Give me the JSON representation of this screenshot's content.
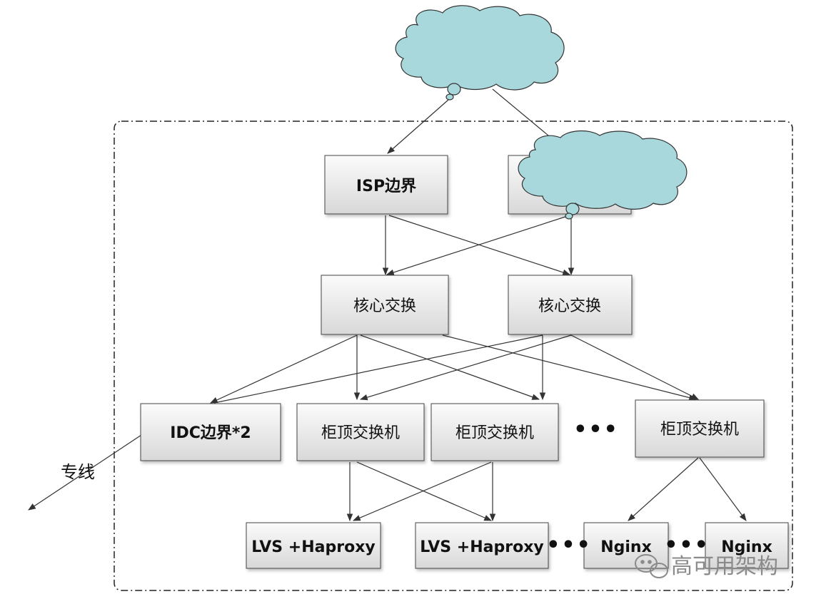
{
  "nodes": {
    "isp_border": "ISP边界",
    "isp_border_2": "",
    "core_switch_1": "核心交换",
    "core_switch_2": "核心交换",
    "idc_border": "IDC边界*2",
    "tor_switch_1": "柜顶交换机",
    "tor_switch_2": "柜顶交换机",
    "tor_switch_3": "柜顶交换机",
    "lvs_haproxy_1": "LVS +Haproxy",
    "lvs_haproxy_2": "LVS +Haproxy",
    "nginx_1": "Nginx",
    "nginx_2": "Nginx"
  },
  "labels": {
    "dedicated_line": "专线",
    "ellipsis_tor": "•••",
    "ellipsis_lvs": "•••",
    "ellipsis_nginx": "•••"
  },
  "watermark": {
    "text": "高可用架构",
    "icon": "wechat-icon"
  },
  "icons": {
    "internet_cloud": "cloud-icon"
  },
  "colors": {
    "cloud_fill": "#a8d8dc",
    "node_fill_top": "#fbfbfb",
    "node_fill_bottom": "#dcdcdc",
    "line": "#333333",
    "boundary": "#222222"
  }
}
